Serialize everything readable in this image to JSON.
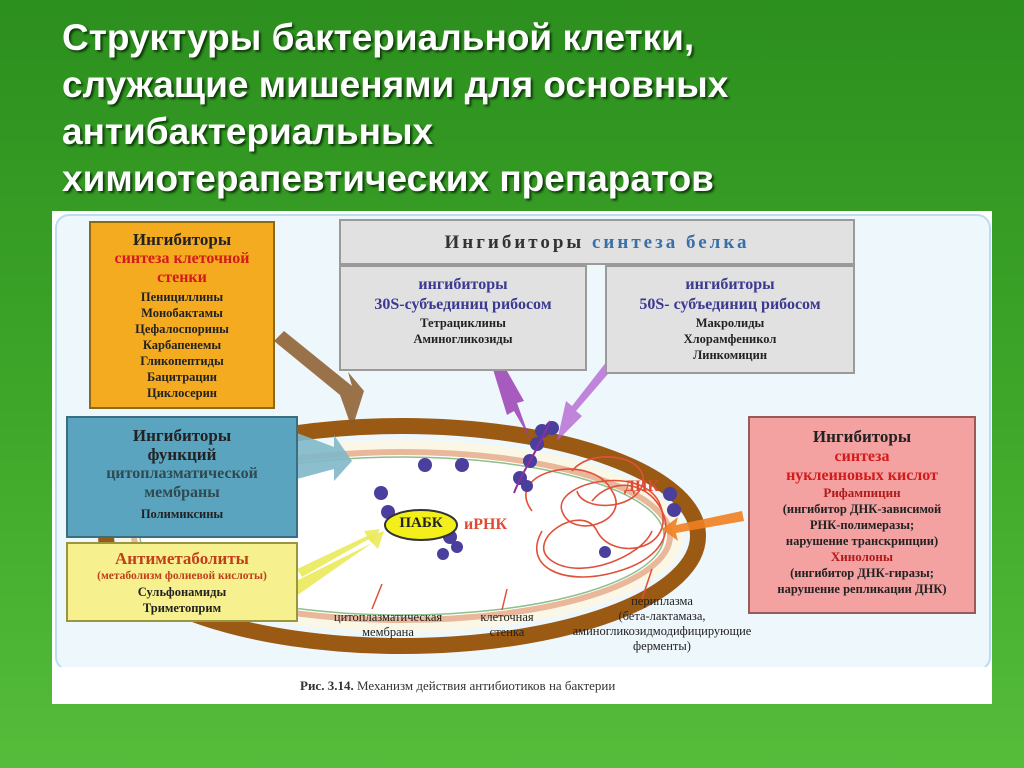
{
  "slide": {
    "title_lines": [
      "Структуры бактериальной клетки,",
      "служащие мишенями для основных",
      "антибактериальных",
      "химиотерапевтических препаратов"
    ]
  },
  "figure": {
    "cell_wall_box": {
      "title": "Ингибиторы",
      "subtitle_lines": [
        "синтеза клеточной",
        "стенки"
      ],
      "drugs": [
        "Пенициллины",
        "Монобактамы",
        "Цефалоспорины",
        "Карбапенемы",
        "Гликопептиды",
        "Бацитрации",
        "Циклосерин"
      ]
    },
    "protein_box": {
      "title_part1": "Ингибиторы",
      "title_part2": "синтеза белка",
      "s30": {
        "title": "ингибиторы",
        "subtitle": "30S-субъединиц рибосом",
        "drugs": [
          "Тетрациклины",
          "Аминогликозиды"
        ]
      },
      "s50": {
        "title": "ингибиторы",
        "subtitle": "50S- субъединиц рибосом",
        "drugs": [
          "Макролиды",
          "Хлорамфеникол",
          "Линкомицин"
        ]
      }
    },
    "membrane_box": {
      "title_lines": [
        "Ингибиторы",
        "функций"
      ],
      "subtitle_lines": [
        "цитоплазматической",
        "мембраны"
      ],
      "drugs": [
        "Полимиксины"
      ]
    },
    "antimetabolite_box": {
      "title": "Антиметаболиты",
      "subtitle": "(метаболизм фолиевой кислоты)",
      "drugs": [
        "Сульфонамиды",
        "Триметоприм"
      ]
    },
    "nucleic_box": {
      "title": "Ингибиторы",
      "subtitle_lines": [
        "синтеза",
        "нуклеиновых кислот"
      ],
      "rif": "Рифампицин",
      "rif_desc": [
        "(ингибитор ДНК-зависимой",
        "РНК-полимеразы;",
        "нарушение транскрипции)"
      ],
      "quin": "Хинолоны",
      "quin_desc": [
        "(ингибитор ДНК-гиразы;",
        "нарушение репликации ДНК)"
      ]
    },
    "cell_labels": {
      "pabk": "ПАБК",
      "mrna": "иРНК",
      "dna": "ДНК",
      "membrane": [
        "цитоплазматическая",
        "мембрана"
      ],
      "wall": [
        "клеточная",
        "стенка"
      ],
      "periplasm": [
        "периплазма",
        "(бета-лактамаза,",
        "аминогликозидмодифицирующие",
        "ферменты)"
      ]
    },
    "caption_prefix": "Рис. 3.14.",
    "caption_text": "Механизм действия антибиотиков на бактерии"
  },
  "colors": {
    "background": "#3a9f27",
    "cell_wall": "#9a5a14",
    "membrane": "#e9b79a",
    "dna": "#e0503a",
    "ribosome": "#4a3f9c",
    "pabk": "#f2ef1a"
  }
}
